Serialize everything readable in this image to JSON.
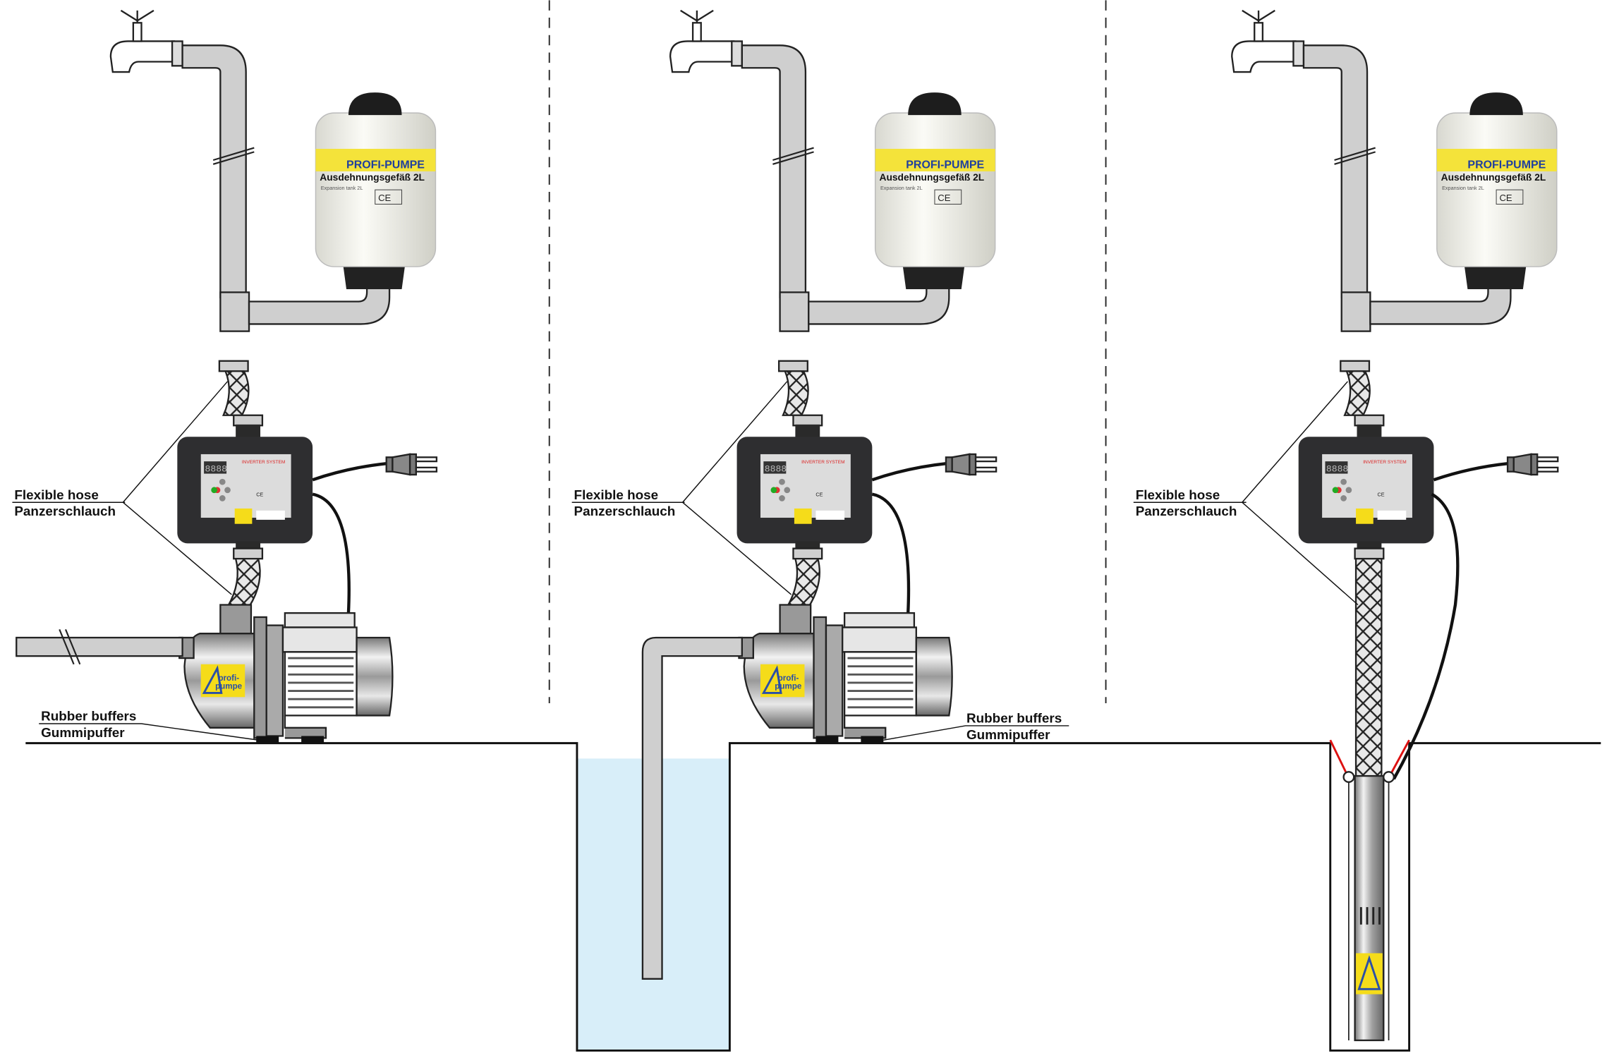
{
  "labels": {
    "flexible_hose_en": "Flexible hose",
    "flexible_hose_de": "Panzerschlauch",
    "rubber_buffers_en": "Rubber buffers",
    "rubber_buffers_de": "Gummipuffer"
  },
  "tank": {
    "brand": "PROFI-PUMPE",
    "title": "Ausdehnungsgefäß 2L",
    "subtitle": "Expansion tank 2L",
    "mark": "CE"
  },
  "controller": {
    "title": "INVERTER SYSTEM",
    "display": "8888",
    "mark": "CE"
  },
  "logo": {
    "line1": "profi-",
    "line2": "pumpe"
  },
  "colors": {
    "water": "#d8eef9",
    "logo_yellow": "#f5dc1a",
    "logo_blue": "#2a4fa8",
    "controller": "#2e2e30",
    "steel": "#b8b8b8",
    "red_wire": "#d11"
  },
  "icons": [
    "water-tap-icon",
    "power-plug-icon",
    "break-mark-icon"
  ]
}
